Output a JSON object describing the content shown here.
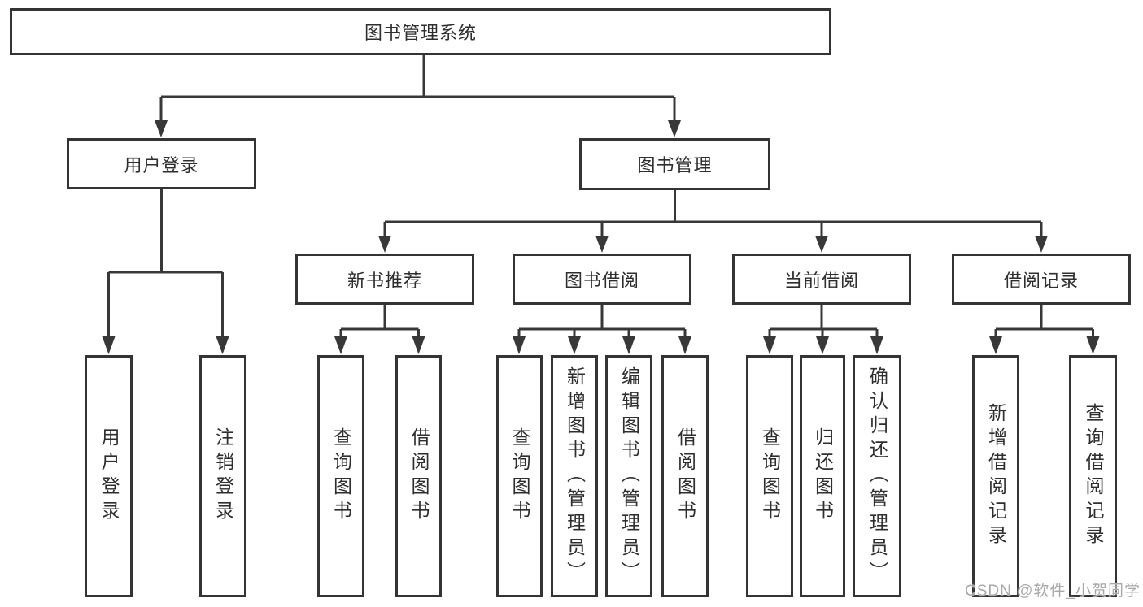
{
  "diagram": {
    "root": {
      "label": "图书管理系统"
    },
    "level2": [
      {
        "label": "用户登录"
      },
      {
        "label": "图书管理"
      }
    ],
    "level3": [
      {
        "label": "新书推荐"
      },
      {
        "label": "图书借阅"
      },
      {
        "label": "当前借阅"
      },
      {
        "label": "借阅记录"
      }
    ],
    "leaves": {
      "user_login": [
        "用户登录",
        "注销登录"
      ],
      "new_books": [
        "查询图书",
        "借阅图书"
      ],
      "book_borrow": [
        "查询图书",
        "新增图书（管理员）",
        "编辑图书（管理员）",
        "借阅图书"
      ],
      "current_borrow": [
        "查询图书",
        "归还图书",
        "确认归还（管理员）"
      ],
      "borrow_records": [
        "新增借阅记录",
        "查询借阅记录"
      ]
    }
  },
  "watermark": {
    "text": "CSDN @软件_小贺同学"
  },
  "colors": {
    "line": "#383838",
    "box_border": "#343434",
    "text": "#2e2e2e",
    "watermark": "#a8a8a8",
    "background": "#ffffff"
  }
}
